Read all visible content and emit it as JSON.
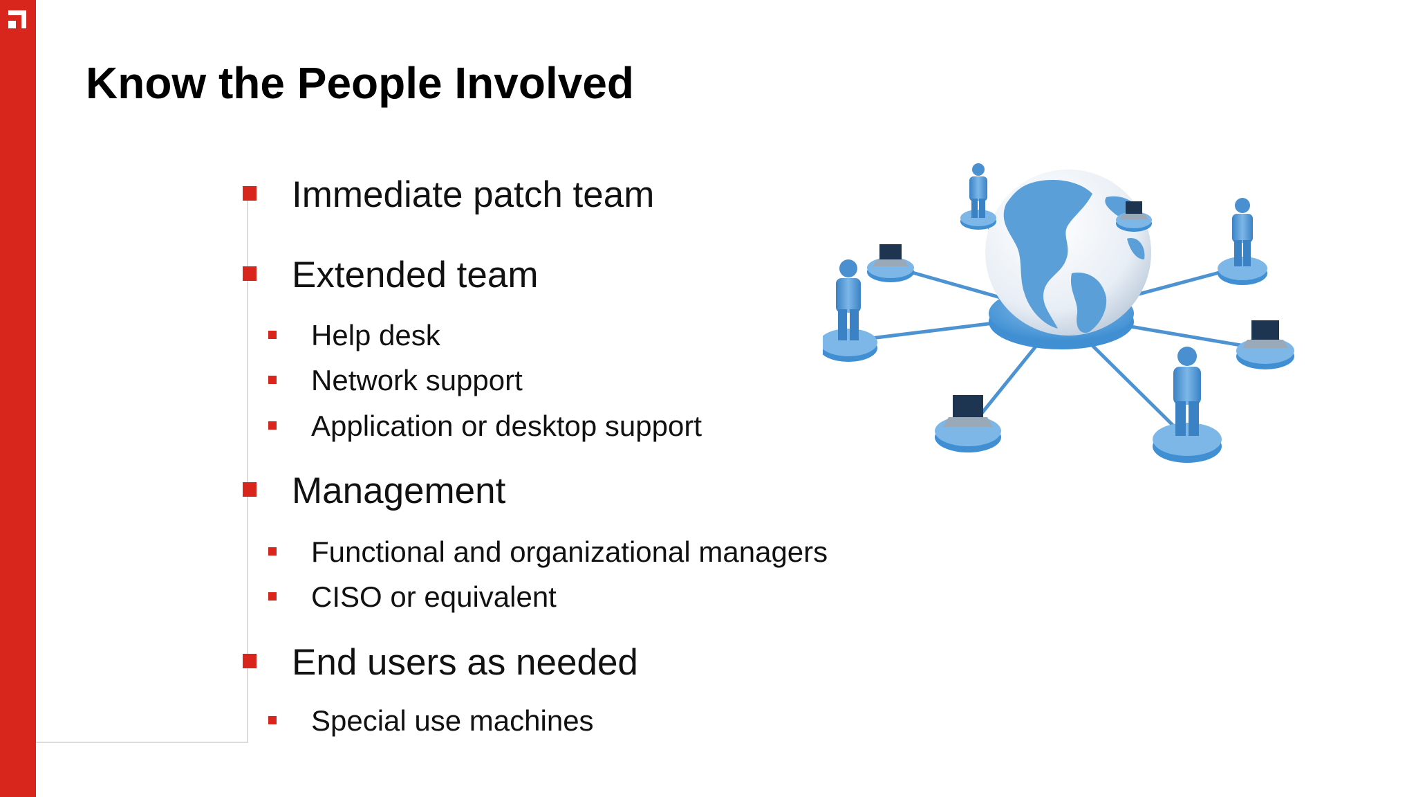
{
  "slide": {
    "title": "Know the People Involved",
    "accent_color": "#d9261c",
    "logo_icon": "corner-square-logo-icon",
    "bullets": [
      {
        "level": 1,
        "text": "Immediate patch team"
      },
      {
        "level": 1,
        "text": "Extended team"
      },
      {
        "level": 2,
        "text": "Help desk"
      },
      {
        "level": 2,
        "text": "Network support"
      },
      {
        "level": 2,
        "text": "Application or desktop support"
      },
      {
        "level": 1,
        "text": "Management"
      },
      {
        "level": 2,
        "text": "Functional and organizational managers"
      },
      {
        "level": 2,
        "text": "CISO or equivalent"
      },
      {
        "level": 1,
        "text": "End users as needed"
      },
      {
        "level": 2,
        "text": "Special use machines"
      }
    ],
    "figure": {
      "icon": "globe-network-icon",
      "nodes": [
        "person",
        "laptop",
        "person",
        "laptop",
        "person",
        "laptop",
        "person",
        "laptop"
      ],
      "colors": {
        "primary": "#5a9fd8",
        "dark": "#2e76b8",
        "light": "#a9cdef"
      }
    }
  }
}
